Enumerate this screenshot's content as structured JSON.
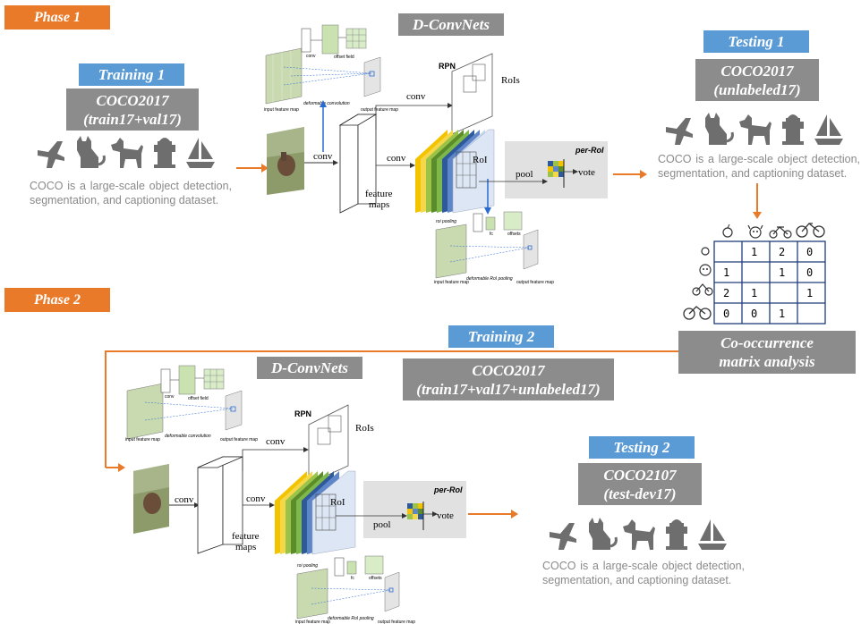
{
  "phase1": {
    "label": "Phase 1"
  },
  "phase2": {
    "label": "Phase 2"
  },
  "training1": {
    "label": "Training 1",
    "dataset_line1": "COCO2017",
    "dataset_line2": "(train17+val17)"
  },
  "testing1": {
    "label": "Testing 1",
    "dataset_line1": "COCO2017",
    "dataset_line2": "(unlabeled17)"
  },
  "training2": {
    "label": "Training 2",
    "dataset_line1": "COCO2017",
    "dataset_line2": "(train17+val17+unlabeled17)"
  },
  "testing2": {
    "label": "Testing 2",
    "dataset_line1": "COCO2107",
    "dataset_line2": "(test-dev17)"
  },
  "coco_description": "COCO is a large-scale object detection, segmentation, and captioning dataset.",
  "network": {
    "title": "D-ConvNets",
    "conv": "conv",
    "feature_maps_line1": "feature",
    "feature_maps_line2": "maps",
    "rpn": "RPN",
    "rois": "RoIs",
    "roi": "RoI",
    "per_roi": "per-RoI",
    "pool": "pool",
    "vote": "vote",
    "inset_conv": "conv",
    "inset_offset_field": "offset field",
    "inset_input": "input feature map",
    "inset_output": "output feature map",
    "inset_deform_conv": "deformable convolution",
    "inset_fc": "fc",
    "inset_offsets": "offsets",
    "inset_roi_pooling": "roi pooling",
    "inset_deform_pool": "deformable RoI pooling"
  },
  "matrix": {
    "title_line1": "Co-occurrence",
    "title_line2": "matrix analysis",
    "rows": [
      [
        "",
        "1",
        "2",
        "0"
      ],
      [
        "1",
        "",
        "1",
        "0"
      ],
      [
        "2",
        "1",
        "",
        "1"
      ],
      [
        "0",
        "0",
        "1",
        ""
      ]
    ],
    "header_icons": [
      "apple-icon",
      "dog-icon",
      "motorcycle-icon",
      "bicycle-icon"
    ]
  },
  "colors": {
    "orange": "#e87a2a",
    "blue": "#5b9bd5",
    "gray": "#8c8c8c",
    "matrix_line": "#1f3d7a"
  }
}
